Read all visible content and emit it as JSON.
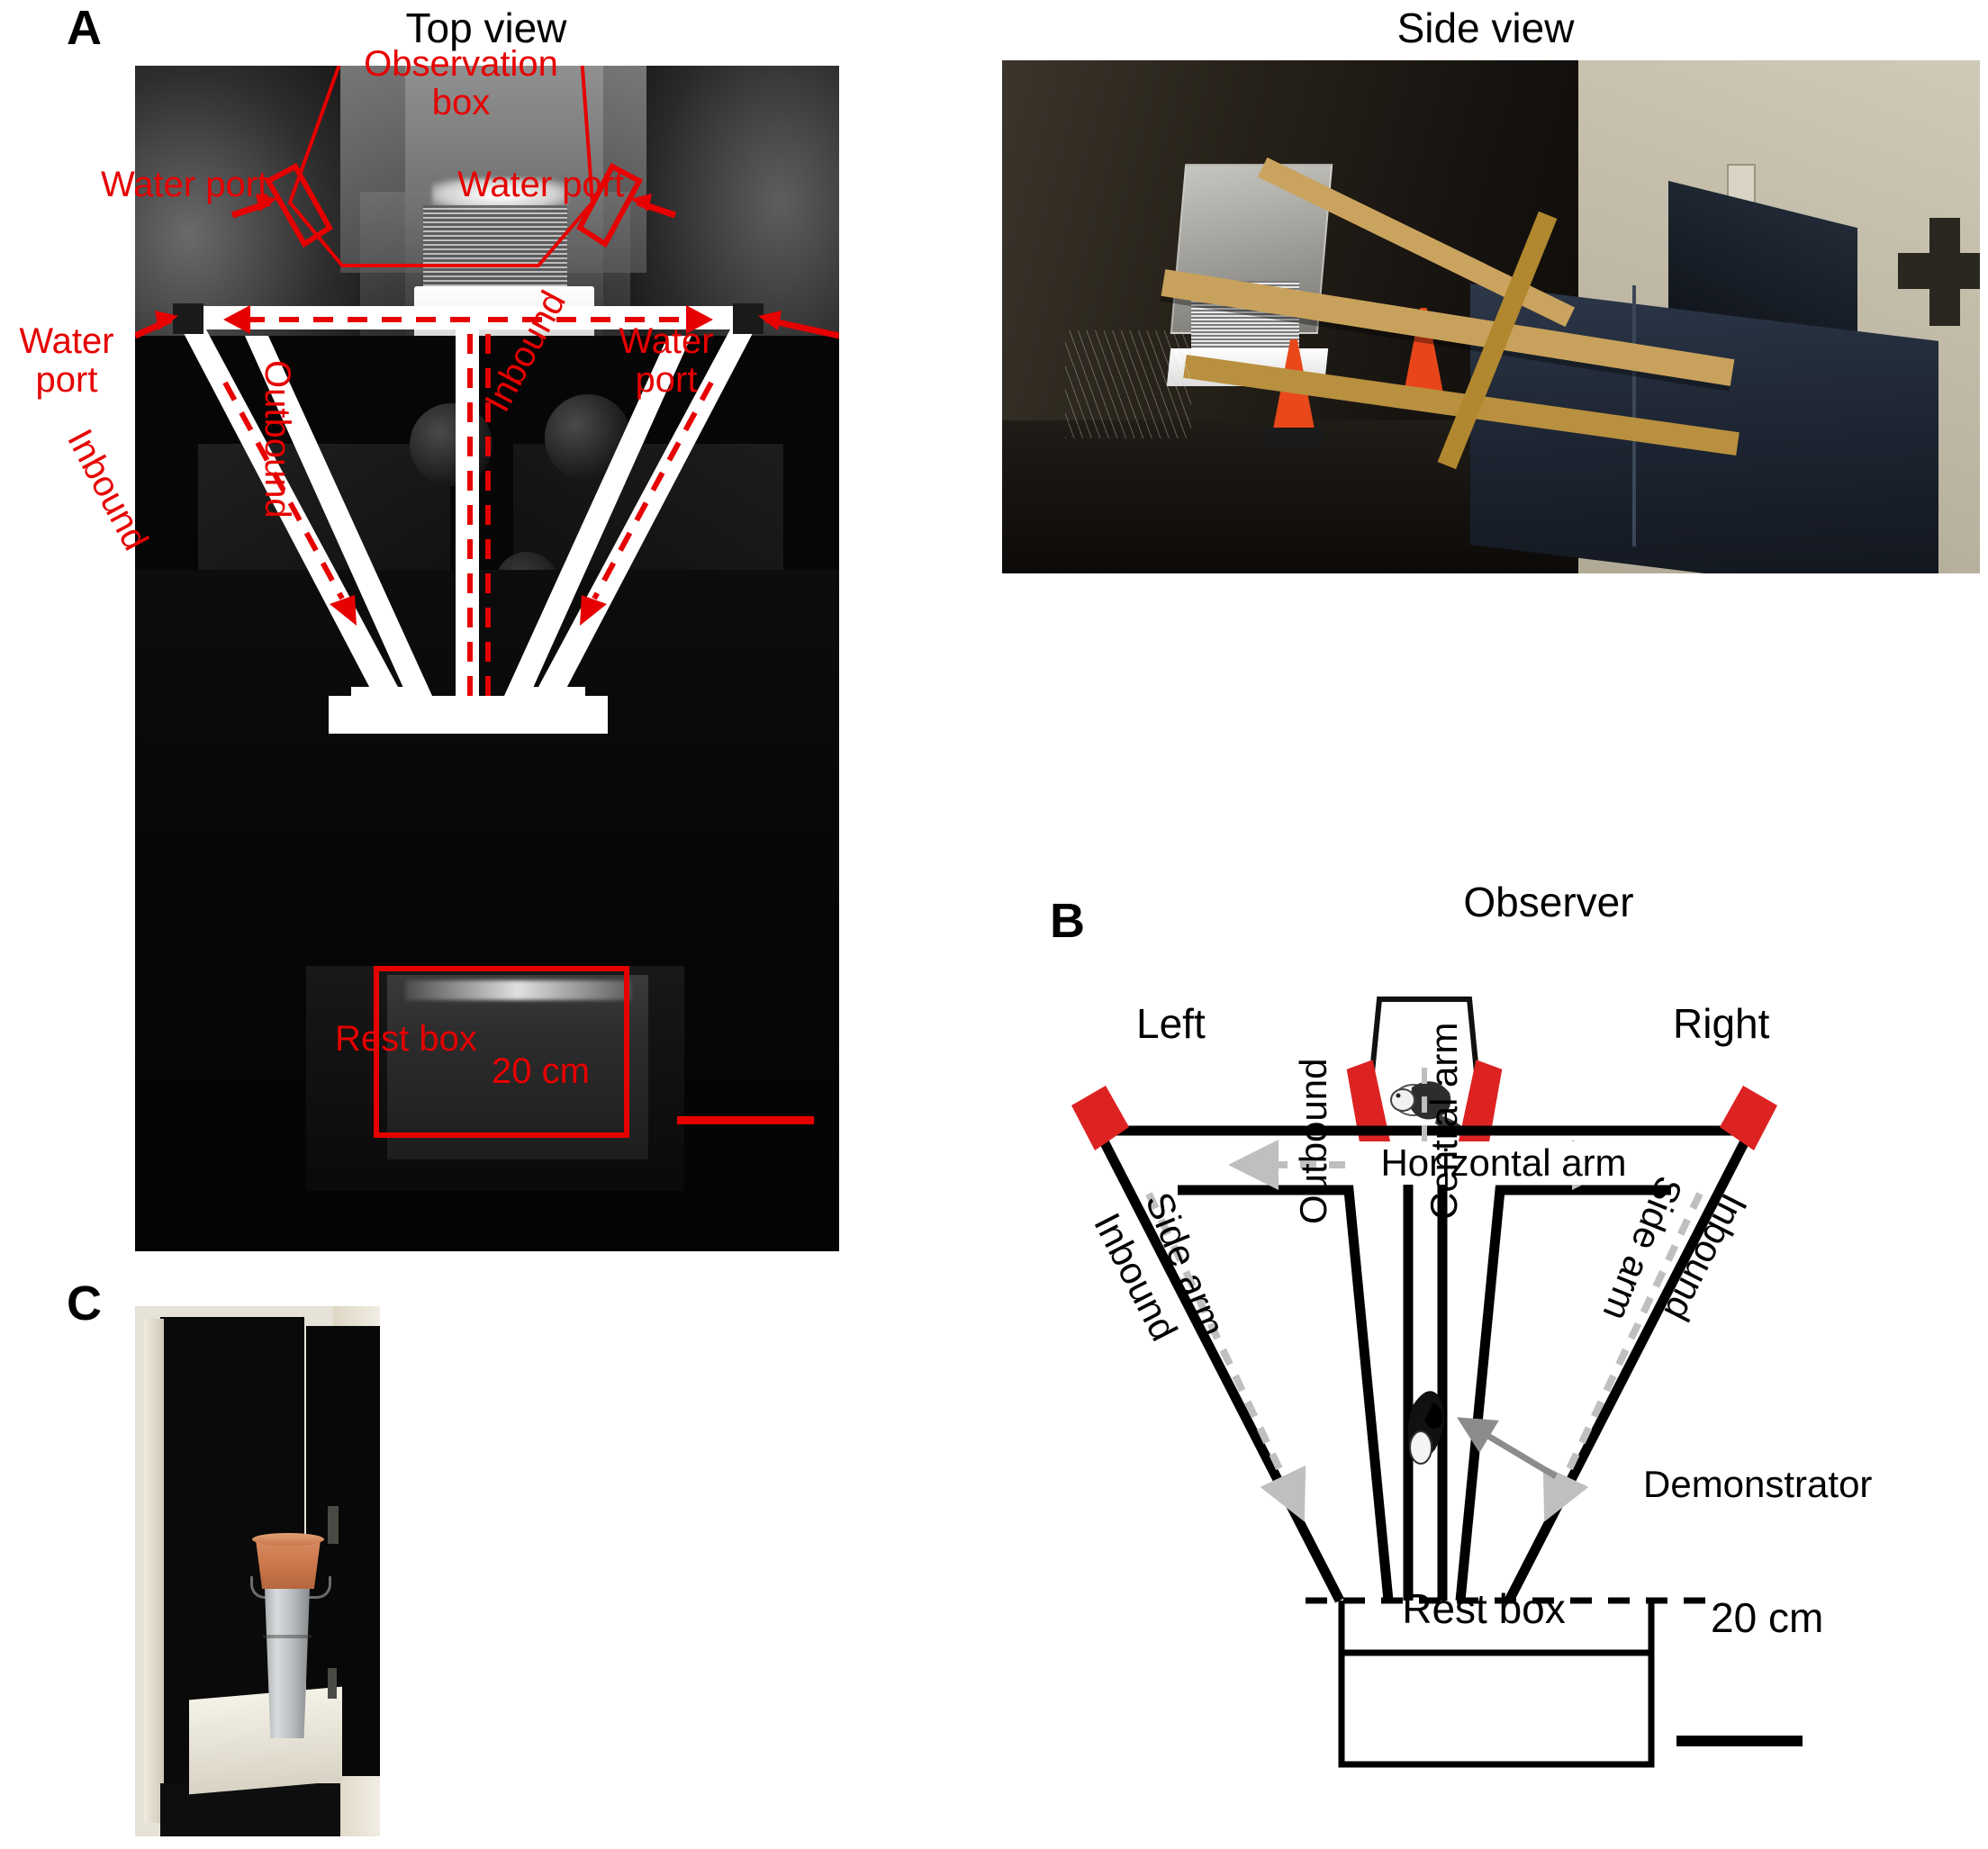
{
  "figure": {
    "panels": [
      {
        "letter": "A",
        "title_left": "Top view",
        "title_right": "Side view"
      },
      {
        "letter": "B"
      },
      {
        "letter": "C"
      }
    ]
  },
  "panel_a": {
    "letter": "A",
    "titles": {
      "top_view": "Top view",
      "side_view": "Side view"
    },
    "annotations": {
      "observation_box": "Observation\nbox",
      "observation_box_line1": "Observation",
      "observation_box_line2": "box",
      "water_port_top_left": "Water port",
      "water_port_top_right": "Water port",
      "water_port_left_line1": "Water",
      "water_port_left_line2": "port",
      "water_port_right_line1": "Water",
      "water_port_right_line2": "port",
      "inbound_left": "Inbound",
      "inbound_right": "Inbound",
      "outbound": "Outbound",
      "rest_box": "Rest box",
      "scale_bar": "20 cm"
    },
    "colors": {
      "annotation_red": "#e60000"
    }
  },
  "panel_b": {
    "letter": "B",
    "labels": {
      "observer": "Observer",
      "left": "Left",
      "right": "Right",
      "horizontal_arm": "Horizontal arm",
      "outbound": "Outbound",
      "central_arm": "Central arm",
      "side_arm_left": "Side arm",
      "side_arm_right": "Side arm",
      "inbound_left": "Inbound",
      "inbound_right": "Inbound",
      "demonstrator": "Demonstrator",
      "rest_box": "Rest box",
      "scale_bar": "20 cm"
    },
    "colors": {
      "water_port_red": "#dd2222",
      "maze_black": "#000000",
      "arrow_grey": "#bfbfbf",
      "demonstrator_arrow_grey": "#8c8c8c"
    }
  },
  "panel_c": {
    "letter": "C"
  }
}
